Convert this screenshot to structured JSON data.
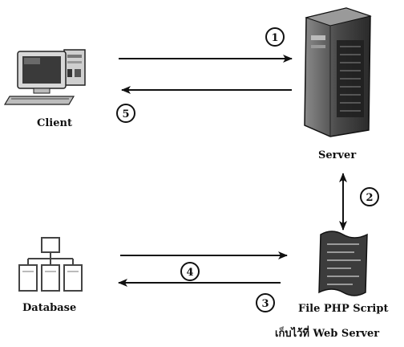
{
  "nodes": {
    "client": {
      "label": "Client",
      "icon": "desktop-computer-icon"
    },
    "server": {
      "label": "Server",
      "icon": "tower-server-icon"
    },
    "database": {
      "label": "Database",
      "icon": "database-hierarchy-icon"
    },
    "php_script": {
      "label": "File PHP Script",
      "sublabel": "เก็บไว้ที่ Web Server",
      "icon": "script-document-icon"
    }
  },
  "steps": [
    {
      "number": "1",
      "from": "client",
      "to": "server"
    },
    {
      "number": "2",
      "from": "server",
      "to": "php_script"
    },
    {
      "number": "3",
      "from": "php_script",
      "to": "database"
    },
    {
      "number": "4",
      "from": "database",
      "to": "php_script"
    },
    {
      "number": "5",
      "from": "server",
      "to": "client"
    }
  ],
  "colors": {
    "ink": "#111111",
    "monitor_screen": "#3a3a3a",
    "server_body": "#555555"
  }
}
